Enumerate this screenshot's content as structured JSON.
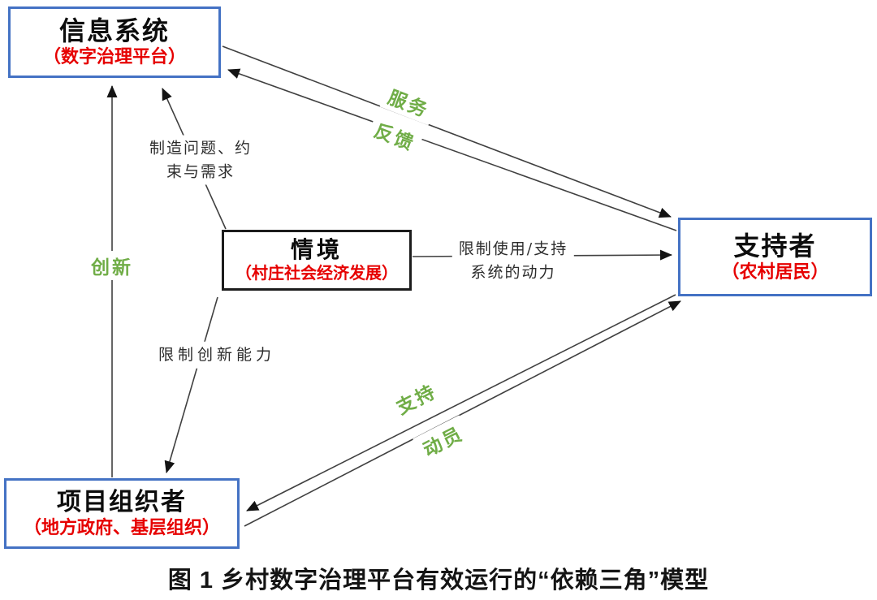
{
  "figure": {
    "caption": "图 1  乡村数字治理平台有效运行的“依赖三角”模型"
  },
  "nodes": {
    "info_system": {
      "title": "信息系统",
      "subtitle": "（数字治理平台）"
    },
    "supporters": {
      "title": "支持者",
      "subtitle": "（农村居民）"
    },
    "organizers": {
      "title": "项目组织者",
      "subtitle": "（地方政府、基层组织）"
    },
    "context": {
      "title": "情境",
      "subtitle": "（村庄社会经济发展）"
    }
  },
  "edges": {
    "serve": {
      "label": "服务",
      "from": "info_system",
      "to": "supporters"
    },
    "feedback": {
      "label": "反馈",
      "from": "supporters",
      "to": "info_system"
    },
    "innovate": {
      "label": "创新",
      "from": "organizers",
      "to": "info_system"
    },
    "support": {
      "label": "支持",
      "from": "supporters",
      "to": "organizers"
    },
    "mobilize": {
      "label": "动员",
      "from": "organizers",
      "to": "supporters"
    },
    "create_problems": {
      "line1": "制造问题、约",
      "line2": "束与需求",
      "from": "context",
      "to": "info_system"
    },
    "limit_use": {
      "line1": "限制使用/支持",
      "line2": "系统的动力",
      "from": "context",
      "to": "supporters"
    },
    "limit_innovation": {
      "label": "限制创新能力",
      "from": "context",
      "to": "organizers"
    }
  },
  "colors": {
    "node_border_blue": "#4472c4",
    "context_border": "#1c1c1c",
    "subtitle_red": "#e60000",
    "edge_label_green": "#70ad47",
    "arrow_line": "#404040"
  }
}
